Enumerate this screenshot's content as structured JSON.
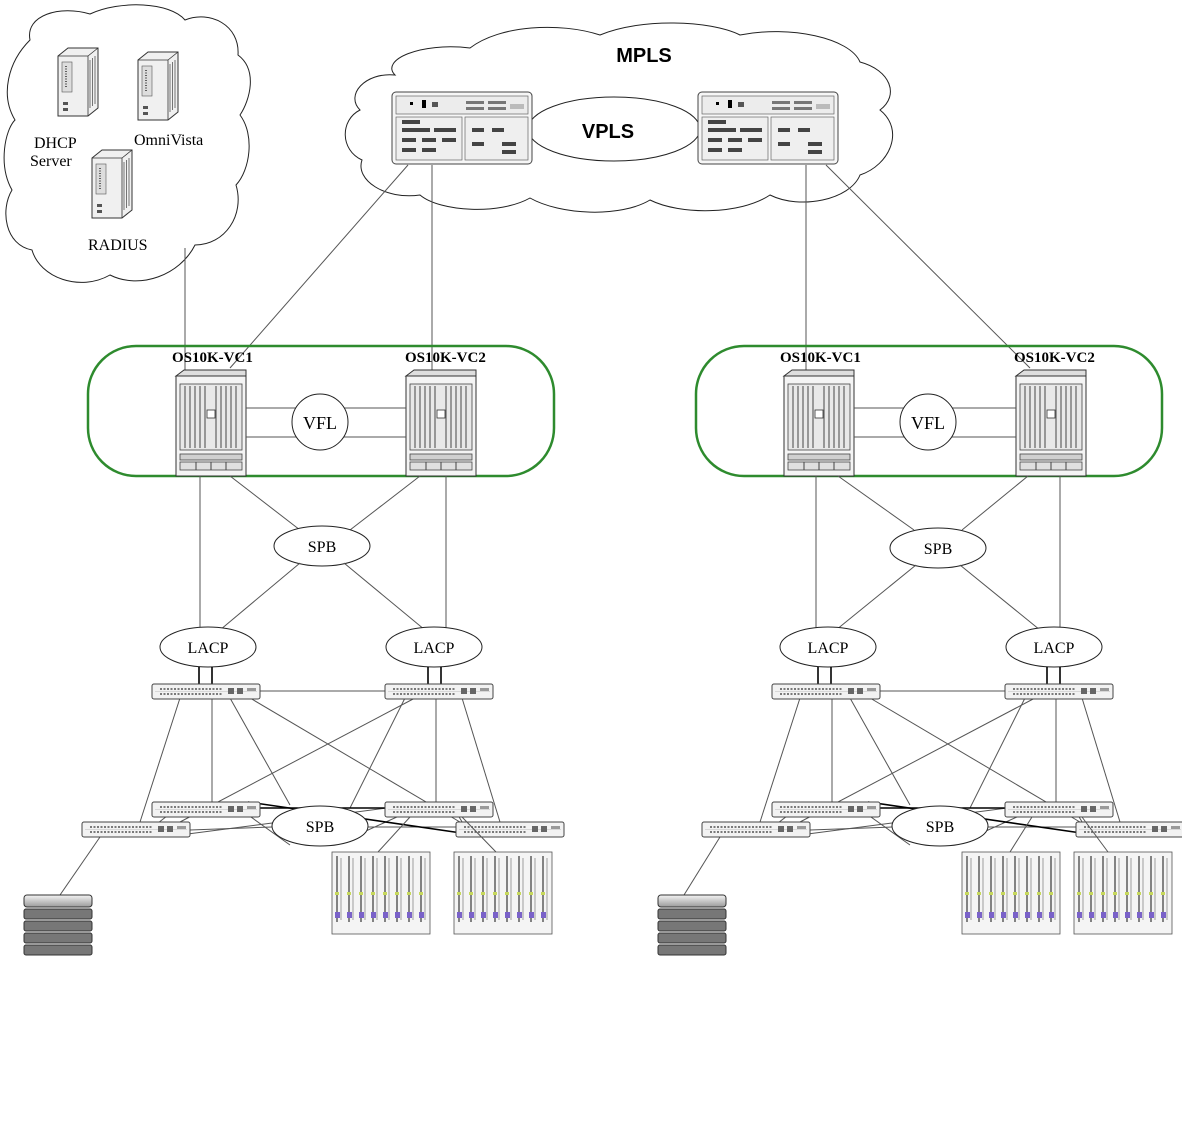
{
  "clouds": {
    "mpls": "MPLS",
    "vpls": "VPLS"
  },
  "servers": {
    "dhcp_line1": "DHCP",
    "dhcp_line2": "Server",
    "omnivista": "OmniVista",
    "radius": "RADIUS"
  },
  "left_site": {
    "vc1": "OS10K-VC1",
    "vc2": "OS10K-VC2",
    "vfl": "VFL",
    "spb_core": "SPB",
    "lacp_left": "LACP",
    "lacp_right": "LACP",
    "spb_access": "SPB"
  },
  "right_site": {
    "vc1": "OS10K-VC1",
    "vc2": "OS10K-VC2",
    "vfl": "VFL",
    "spb_core": "SPB",
    "lacp_left": "LACP",
    "lacp_right": "LACP",
    "spb_access": "SPB"
  },
  "colors": {
    "vc_border": "#2e8b2e",
    "line": "#555555",
    "device_fill": "#f0f0f0"
  }
}
